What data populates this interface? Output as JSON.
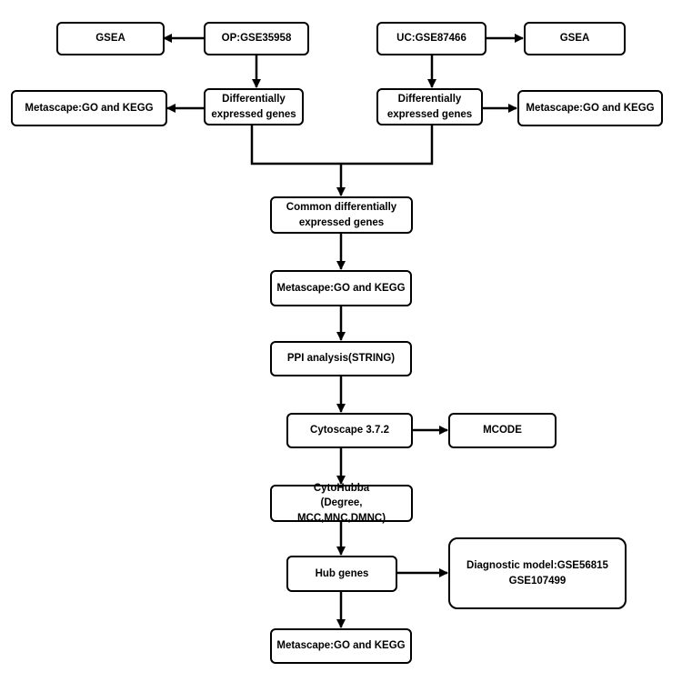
{
  "diagram": {
    "nodes": {
      "gsea_left": "GSEA",
      "op_dataset": "OP:GSE35958",
      "uc_dataset": "UC:GSE87466",
      "gsea_right": "GSEA",
      "metascape_left": "Metascape:GO and KEGG",
      "deg_op": "Differentially\nexpressed genes",
      "deg_uc": "Differentially\nexpressed genes",
      "metascape_right": "Metascape:GO and KEGG",
      "common_deg": "Common differentially\nexpressed genes",
      "metascape_common": "Metascape:GO and KEGG",
      "ppi": "PPI analysis(STRING)",
      "cytoscape": "Cytoscape 3.7.2",
      "mcode": "MCODE",
      "cytohubba": "CytoHubba\n(Degree, MCC,MNC,DMNC)",
      "hub_genes": "Hub genes",
      "diagnostic_model": "Diagnostic model:GSE56815\nGSE107499",
      "metascape_hub": "Metascape:GO and KEGG"
    },
    "colors": {
      "stroke": "#000000",
      "fill": "#ffffff"
    }
  }
}
